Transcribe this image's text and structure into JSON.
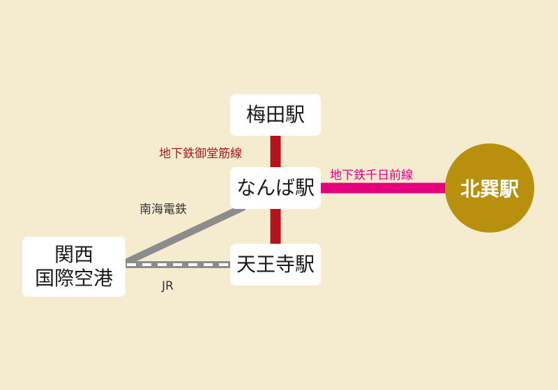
{
  "colors": {
    "background": "#f5ecd0",
    "midosuji": "#b5121b",
    "sennichimae": "#e4007f",
    "nankai": "#8c8c8c",
    "jr": "#8c8c8c",
    "kitatatsumi": "#b8900e",
    "station_box": "#ffffff",
    "text": "#1a1a1a"
  },
  "stations": {
    "umeda": "梅田駅",
    "namba": "なんば駅",
    "tennoji": "天王寺駅",
    "kix": "関西\n国際空港",
    "kitatatsumi": "北巽駅"
  },
  "lines": {
    "midosuji": "地下鉄御堂筋線",
    "sennichimae": "地下鉄千日前線",
    "nankai": "南海電鉄",
    "jr": "JR"
  }
}
